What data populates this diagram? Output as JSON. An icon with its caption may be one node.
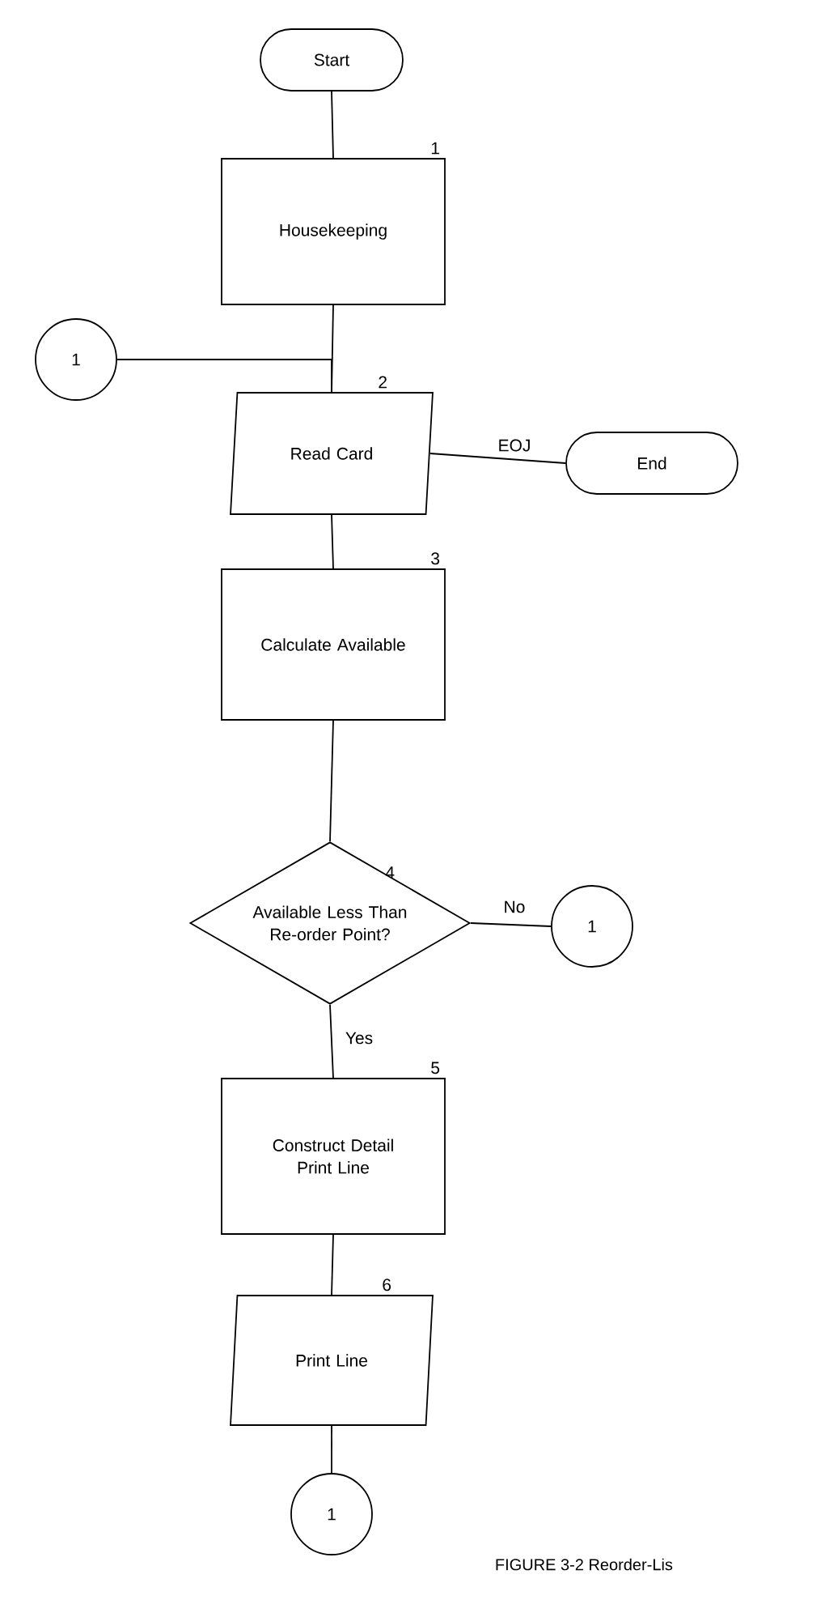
{
  "diagram": {
    "caption": "FIGURE 3-2 Reorder-Lis",
    "nodes": [
      {
        "text": [
          "Start"
        ]
      },
      {
        "text": [
          "Housekeeping"
        ],
        "beside": [
          "1"
        ]
      },
      {
        "text": [
          "1"
        ]
      },
      {
        "text": [
          "Read Card"
        ],
        "beside": [
          "2"
        ]
      },
      {
        "text": [
          "End"
        ]
      },
      {
        "text": [
          "Calculate Available"
        ],
        "beside": [
          "3"
        ]
      },
      {
        "text": [
          "Available Less Than Re-order Point?"
        ],
        "beside": [
          "4"
        ]
      },
      {
        "text": [
          "1"
        ]
      },
      {
        "text": [
          "Construct Detail Print Line"
        ],
        "beside": [
          "5"
        ]
      },
      {
        "text": [
          "Print Line"
        ],
        "beside": [
          "6"
        ]
      },
      {
        "text": [
          "1"
        ]
      }
    ],
    "edges": [
      {
        "from": 0,
        "to": 1,
        "arrow": "none"
      },
      {
        "from": 1,
        "to": 3,
        "arrow": "none"
      },
      {
        "from": 2,
        "to": 3,
        "arrow": "none"
      },
      {
        "from": 3,
        "to": 4,
        "arrow": "none",
        "label": "EOJ"
      },
      {
        "from": 3,
        "to": 5,
        "arrow": "none"
      },
      {
        "from": 5,
        "to": 6,
        "arrow": "none"
      },
      {
        "from": 6,
        "to": 7,
        "arrow": "none",
        "label": "No"
      },
      {
        "from": 6,
        "to": 8,
        "arrow": "none",
        "label": "Yes"
      },
      {
        "from": 8,
        "to": 9,
        "arrow": "none"
      },
      {
        "from": 9,
        "to": 10,
        "arrow": "none"
      }
    ]
  }
}
